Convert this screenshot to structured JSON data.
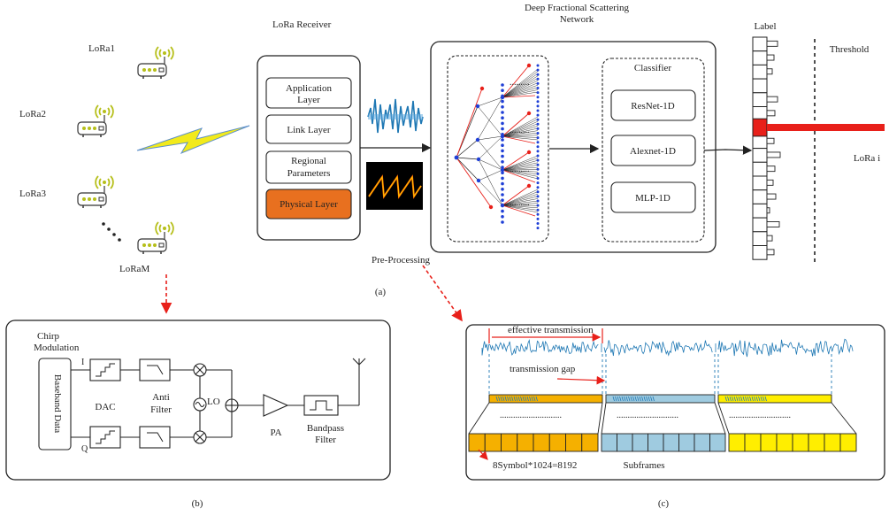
{
  "devices": [
    "LoRa1",
    "LoRa2",
    "LoRa3",
    "LoRaM"
  ],
  "receiver": {
    "title": "LoRa Receiver",
    "layers": [
      "Application Layer",
      "Link Layer",
      "Regional Parameters",
      "Physical Layer"
    ]
  },
  "network": {
    "title_line1": "Deep Fractional Scattering",
    "title_line2": "Network",
    "classifier_title": "Classifier",
    "models": [
      "ResNet-1D",
      "Alexnet-1D",
      "MLP-1D"
    ]
  },
  "label_title": "Label",
  "threshold_label": "Threshold",
  "output_label": "LoRa i",
  "preprocessing_label": "Pre-Processing",
  "panel_a_caption": "(a)",
  "panel_b": {
    "caption": "(b)",
    "chirp_line1": "Chirp",
    "chirp_line2": "Modulation",
    "baseband": "Baseband Data",
    "i_label": "I",
    "q_label": "Q",
    "dac": "DAC",
    "anti_line1": "Anti",
    "anti_line2": "Filter",
    "lo": "LO",
    "pa": "PA",
    "bandpass_line1": "Bandpass",
    "bandpass_line2": "Filter"
  },
  "panel_c": {
    "caption": "(c)",
    "effective": "effective transmission",
    "gap": "transmission gap",
    "symbols": "8Symbol*1024=8192",
    "subframes": "Subframes"
  },
  "colors": {
    "accent_orange": "#e8701f",
    "signal_blue": "#1f78b4",
    "red": "#e8201a",
    "wifi_yellow": "#b6bf1a",
    "frame_orange": "#f5b000",
    "frame_blue": "#9fcbe0",
    "frame_yellow": "#ffee00"
  }
}
